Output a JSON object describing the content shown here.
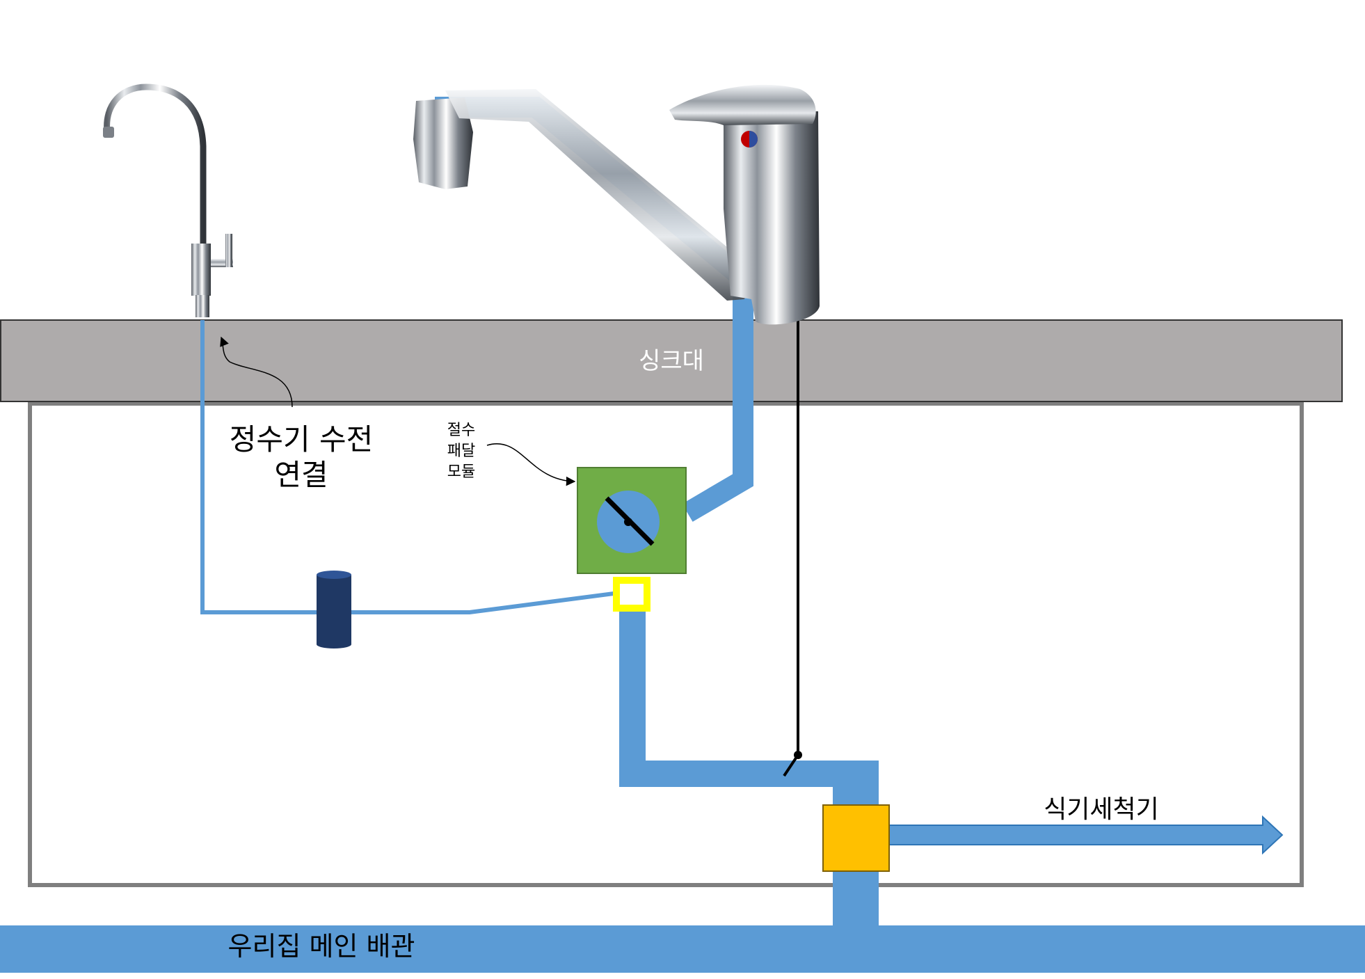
{
  "labels": {
    "sink": "싱크대",
    "purifier_faucet_line": [
      "정수기 수전",
      "연결"
    ],
    "water_saving_module": [
      "절수",
      "패달",
      "모듈"
    ],
    "dishwasher": "식기세척기",
    "main_pipe": "우리집 메인 배관"
  },
  "colors": {
    "pipe": "#5b9bd5",
    "countertop": "#aeabab",
    "cabinet_outline": "#7f7f7f",
    "module_box": "#70ad47",
    "valve_disc": "#5b9bd5",
    "tee_connector": "#ffff00",
    "dishwasher_valve": "#ffc000",
    "filter": "#1f3864",
    "text": "#000000",
    "sink_text": "#ffffff"
  },
  "icons": {
    "purifier_faucet": "gooseneck-faucet-icon",
    "kitchen_faucet": "single-lever-mixer-faucet-icon",
    "filter": "cylinder-filter-icon",
    "valve": "butterfly-valve-icon"
  }
}
